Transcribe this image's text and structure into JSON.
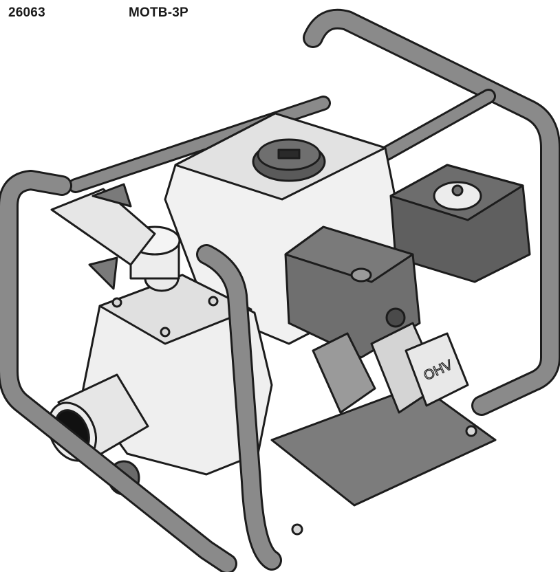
{
  "header": {
    "article_number": "26063",
    "model": "MOTB-3P"
  },
  "illustration": {
    "engine_cover_label": "OHV",
    "icon": "water-pump-illustration"
  },
  "colors": {
    "frame": "#8a8a8a",
    "engine_dark": "#6f6f6f",
    "pump_light": "#eeeeee",
    "outline": "#1c1c1c"
  }
}
